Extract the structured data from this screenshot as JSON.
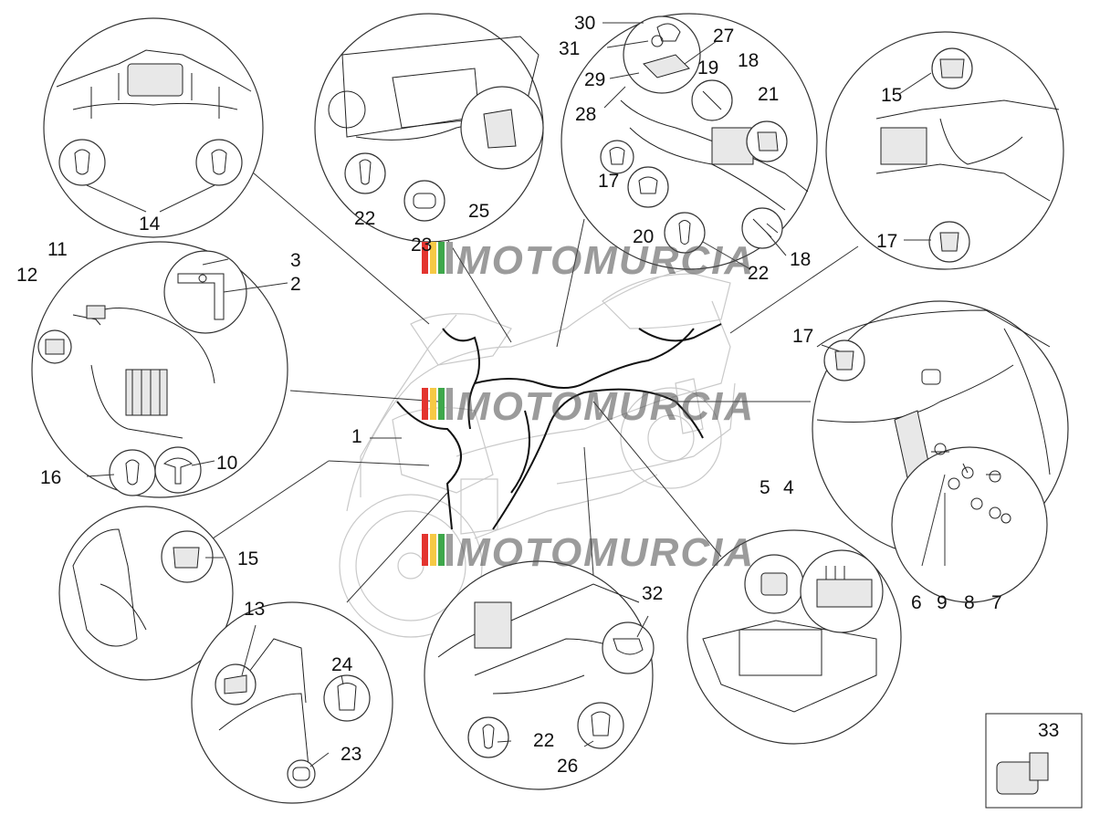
{
  "watermark": {
    "text": "MOTOMURCIA",
    "stripe_colors": [
      "#e3342f",
      "#f6c945",
      "#3ea84b",
      "#9e9e9e"
    ]
  },
  "callouts": {
    "c1": "1",
    "c2": "2",
    "c3": "3",
    "c4": "4",
    "c5": "5",
    "c6": "6",
    "c7": "7",
    "c8": "8",
    "c9": "9",
    "c10": "10",
    "c11": "11",
    "c12": "12",
    "c13": "13",
    "c14": "14",
    "c15a": "15",
    "c15b": "15",
    "c16": "16",
    "c17a": "17",
    "c17b": "17",
    "c17c": "17",
    "c18a": "18",
    "c18b": "18",
    "c19": "19",
    "c20": "20",
    "c21": "21",
    "c22a": "22",
    "c22b": "22",
    "c22c": "22",
    "c23a": "23",
    "c23b": "23",
    "c24": "24",
    "c25": "25",
    "c26": "26",
    "c27": "27",
    "c28": "28",
    "c29": "29",
    "c30": "30",
    "c31": "31",
    "c32": "32",
    "c33": "33"
  }
}
